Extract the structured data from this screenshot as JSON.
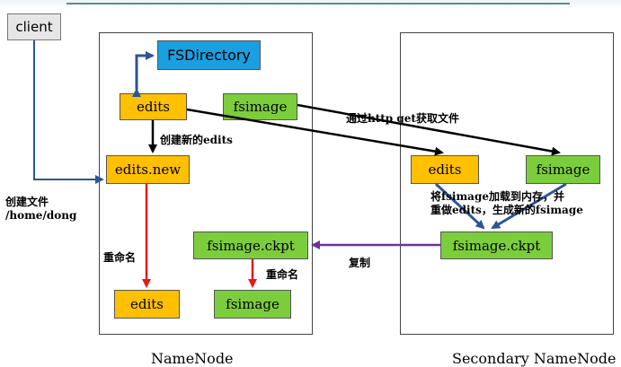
{
  "client": {
    "label": "client"
  },
  "namenode": {
    "title": "NameNode",
    "fsdirectory": "FSDirectory",
    "edits": "edits",
    "fsimage": "fsimage",
    "edits_new": "edits.new",
    "fsimage_ckpt": "fsimage.ckpt",
    "edits_final": "edits",
    "fsimage_final": "fsimage"
  },
  "secondary": {
    "title": "Secondary NameNode",
    "edits": "edits",
    "fsimage": "fsimage",
    "fsimage_ckpt": "fsimage.ckpt"
  },
  "labels": {
    "create_file": "创建文件",
    "create_file_path": "/home/dong",
    "create_new_edits": "创建新的edits",
    "http_get": "通过http get获取文件",
    "load_line1": "将fsimage加载到内存，并",
    "load_line2": "重做edits，生成新的fsimage",
    "copy": "复制",
    "rename_left": "重命名",
    "rename_right": "重命名"
  },
  "colors": {
    "edits": "#ffc000",
    "fsimage": "#7ccd3c",
    "fsdirectory": "#1a9fe0",
    "client_arrow": "#2e5597",
    "http_arrow": "#000000",
    "rename_arrow": "#e41b1b",
    "copy_arrow": "#7030a0",
    "merge_arrow": "#2e5597"
  }
}
